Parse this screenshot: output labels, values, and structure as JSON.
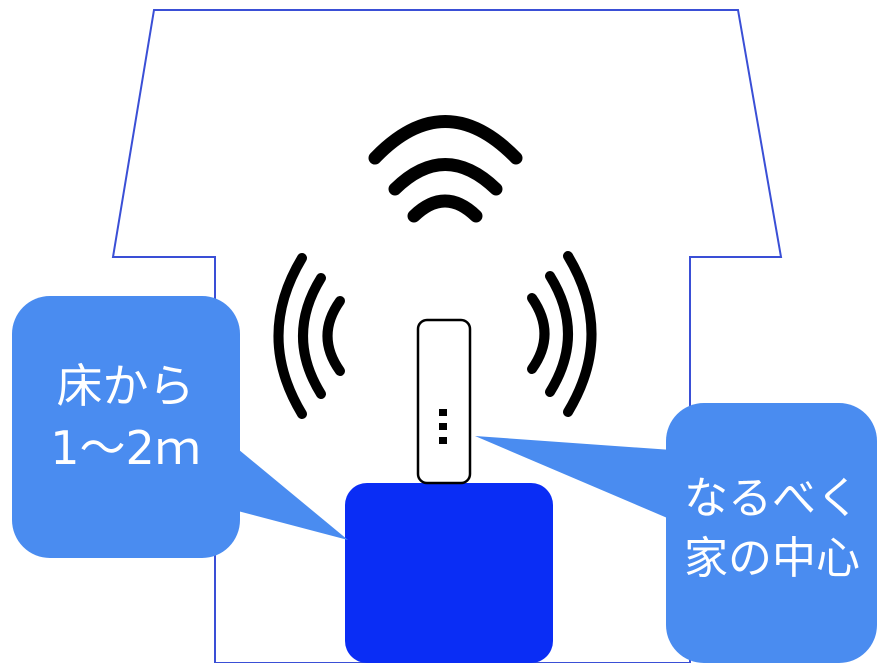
{
  "floor_callout": {
    "line1": "床から",
    "line2": "1～2ｍ"
  },
  "center_callout": {
    "line1": "なるべく",
    "line2": "家の中心"
  },
  "colors": {
    "house_outline": "#3a4fd6",
    "furniture": "#0a2df5",
    "callout": "#4a8cf0",
    "waves": "#000000",
    "background": "#ffffff"
  },
  "icons": [
    "house-outline-icon",
    "wifi-waves-icon",
    "router-icon",
    "furniture-block-icon"
  ]
}
